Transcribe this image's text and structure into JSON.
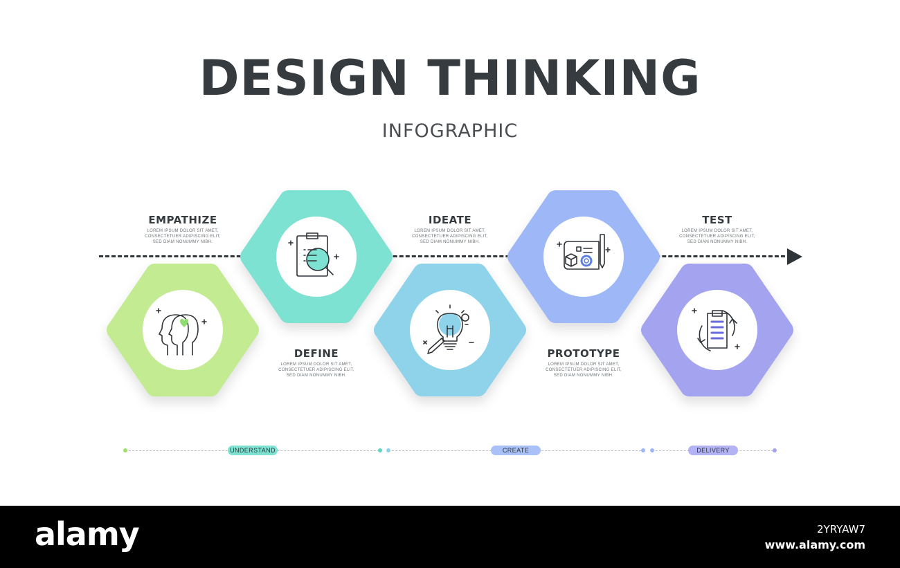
{
  "title": "DESIGN THINKING",
  "subtitle": "INFOGRAPHIC",
  "colors": {
    "empathize": "#c3ec92",
    "define": "#7de2d1",
    "ideate": "#8fd3eb",
    "prototype": "#9eb8f7",
    "test": "#a3a3f0",
    "text_dark": "#353b3f"
  },
  "steps": [
    {
      "title": "EMPATHIZE",
      "body": [
        "LOREM IPSUM DOLOR SIT AMET,",
        "CONSECTETUER ADIPISCING ELIT,",
        "SED DIAM NONUMMY NIBH."
      ],
      "icon": "heads-heart-icon"
    },
    {
      "title": "DEFINE",
      "body": [
        "LOREM IPSUM DOLOR SIT AMET,",
        "CONSECTETUER ADIPISCING ELIT,",
        "SED DIAM NONUMMY NIBH."
      ],
      "icon": "clipboard-search-icon"
    },
    {
      "title": "IDEATE",
      "body": [
        "LOREM IPSUM DOLOR SIT AMET,",
        "CONSECTETUER ADIPISCING ELIT,",
        "SED DIAM NONUMMY NIBH."
      ],
      "icon": "lightbulb-pencil-icon"
    },
    {
      "title": "PROTOTYPE",
      "body": [
        "LOREM IPSUM DOLOR SIT AMET,",
        "CONSECTETUER ADIPISCING ELIT,",
        "SED DIAM NONUMMY NIBH."
      ],
      "icon": "blueprint-gear-icon"
    },
    {
      "title": "TEST",
      "body": [
        "LOREM IPSUM DOLOR SIT AMET,",
        "CONSECTETUER ADIPISCING ELIT,",
        "SED DIAM NONUMMY NIBH."
      ],
      "icon": "clipboard-cycle-icon"
    }
  ],
  "phases": [
    "UNDERSTAND",
    "CREATE",
    "DELIVERY"
  ],
  "footer": {
    "logo": "alamy",
    "image_id": "2YRYAW7",
    "url": "www.alamy.com"
  }
}
